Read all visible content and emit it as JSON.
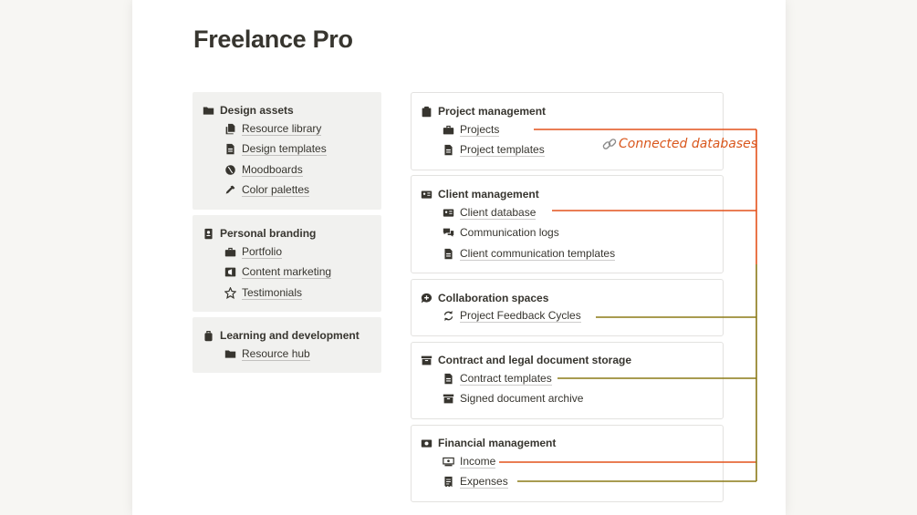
{
  "title": "Freelance Pro",
  "left_sections": {
    "design": {
      "heading": "Design assets",
      "items": [
        "Resource library",
        "Design templates",
        "Moodboards",
        "Color palettes"
      ]
    },
    "branding": {
      "heading": "Personal branding",
      "items": [
        "Portfolio",
        "Content marketing",
        "Testimonials"
      ]
    },
    "learning": {
      "heading": "Learning and development",
      "items": [
        "Resource hub"
      ]
    }
  },
  "right_sections": {
    "project": {
      "heading": "Project management",
      "items": [
        "Projects",
        "Project templates"
      ]
    },
    "client": {
      "heading": "Client management",
      "items": [
        "Client database",
        "Communication logs",
        "Client communication templates"
      ]
    },
    "collab": {
      "heading": "Collaboration spaces",
      "items": [
        "Project Feedback Cycles"
      ]
    },
    "contract": {
      "heading": "Contract and legal document storage",
      "items": [
        "Contract templates",
        "Signed document archive"
      ]
    },
    "finance": {
      "heading": "Financial management",
      "items": [
        "Income",
        "Expenses"
      ]
    }
  },
  "annotation": {
    "label": "Connected databases",
    "icon": "link-icon",
    "colors": {
      "orange": "#e4521b",
      "olive": "#8b7a17"
    }
  }
}
